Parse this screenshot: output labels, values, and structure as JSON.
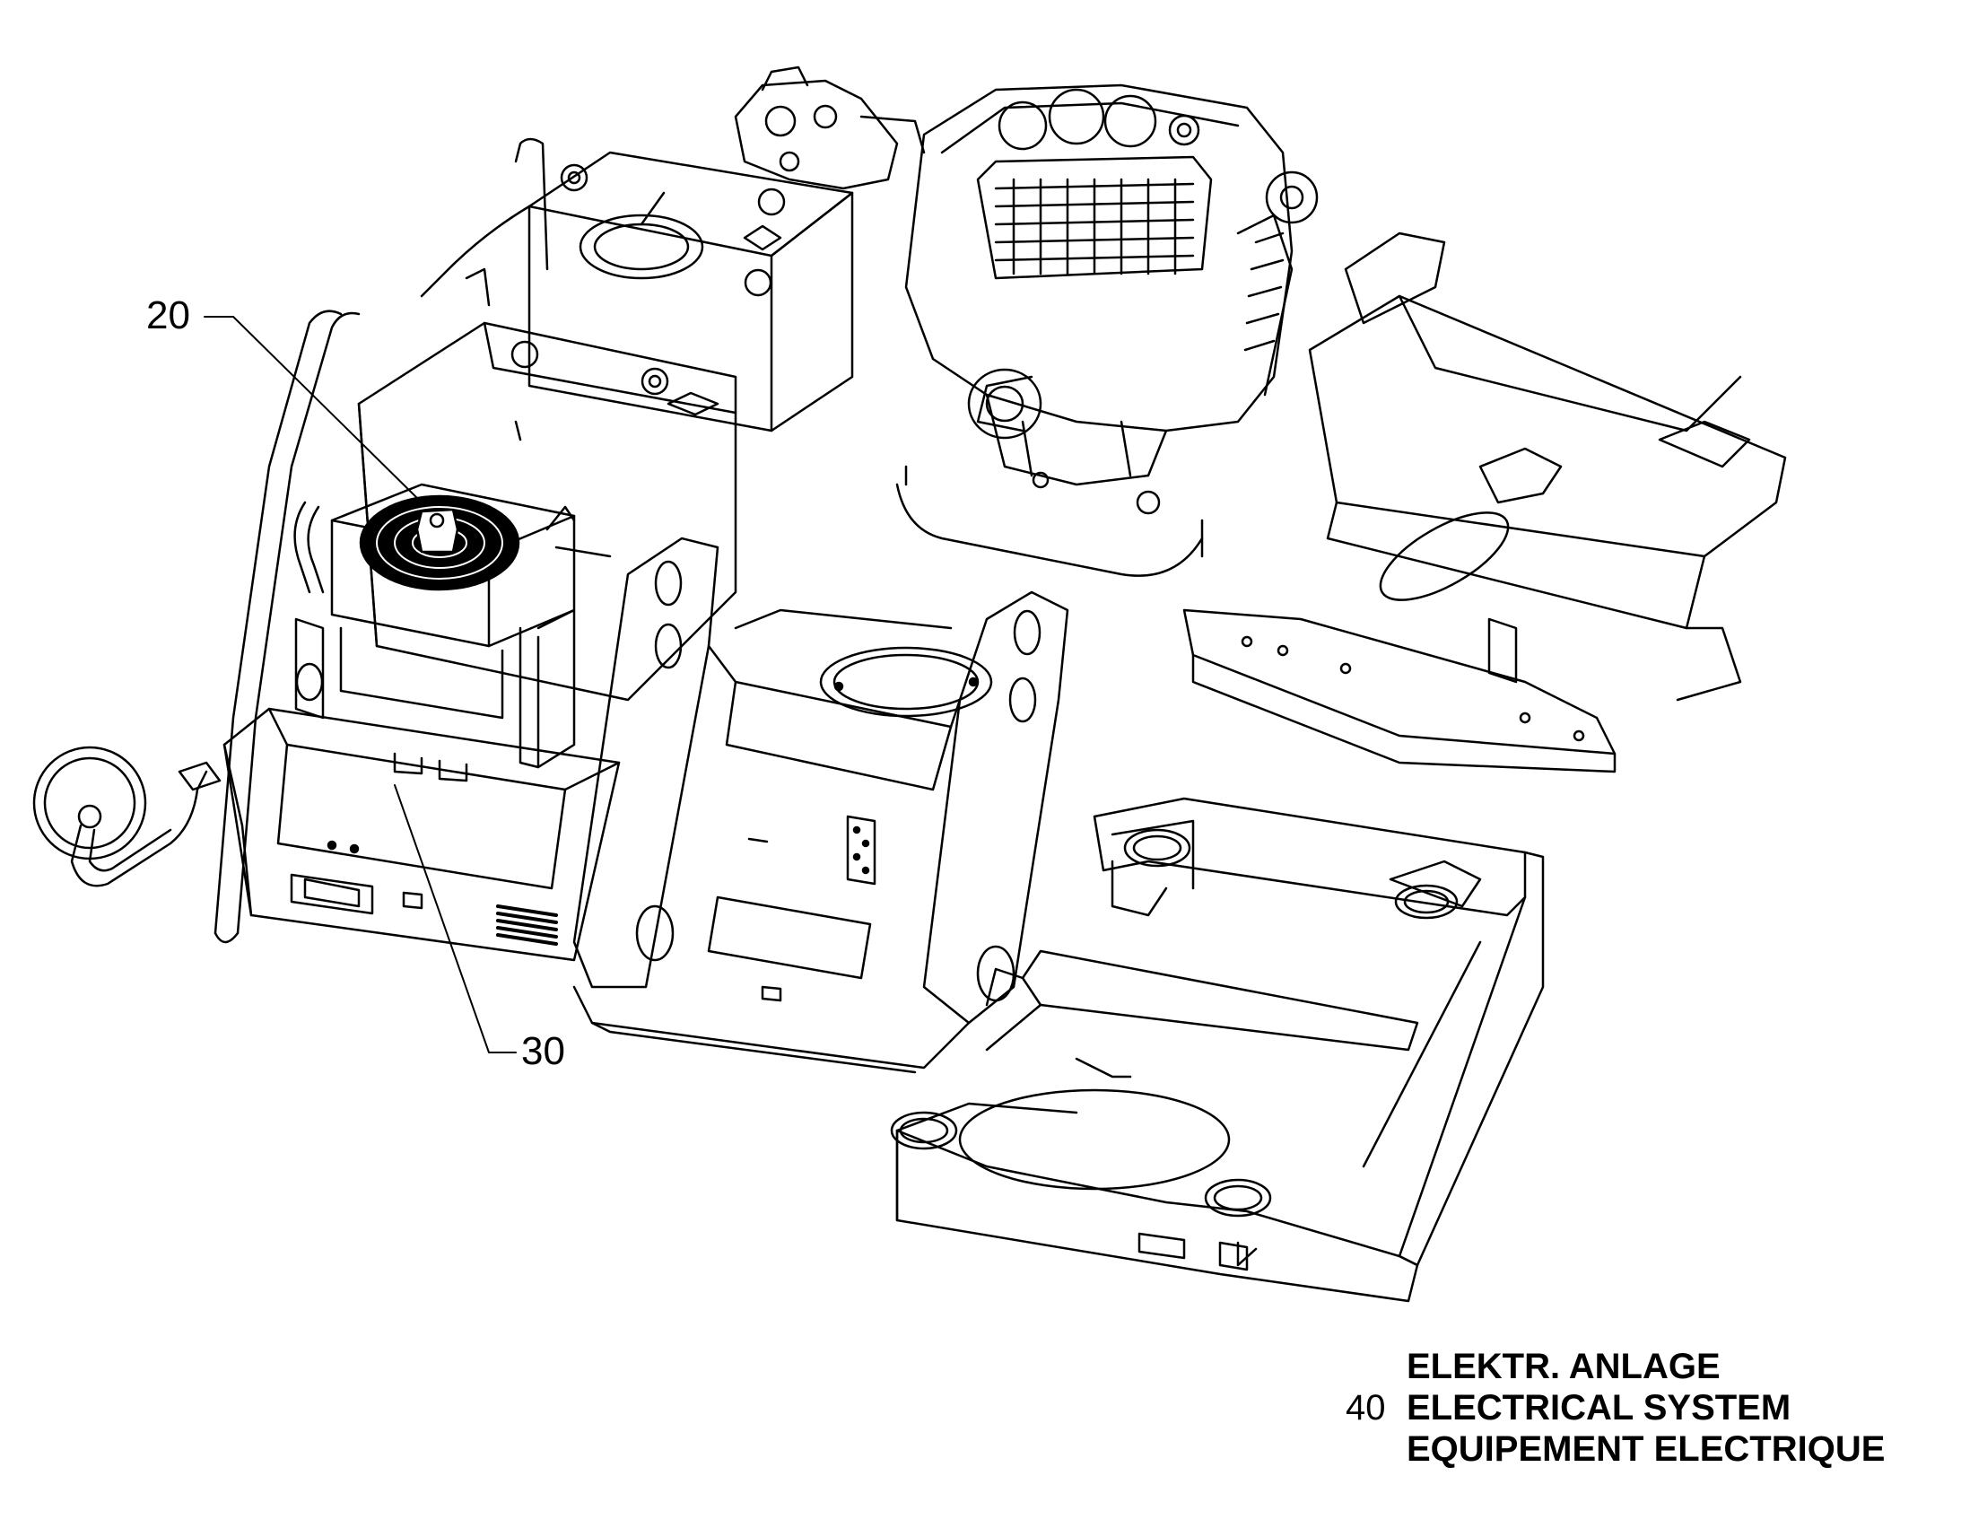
{
  "callouts": [
    {
      "id": "20",
      "label": "20"
    },
    {
      "id": "30",
      "label": "30"
    }
  ],
  "title_block": {
    "group_number": "40",
    "line_de": "ELEKTR. ANLAGE",
    "line_en": "ELECTRICAL SYSTEM",
    "line_fr": "EQUIPEMENT ELECTRIQUE"
  },
  "colors": {
    "line": "#000000",
    "background": "#ffffff"
  }
}
